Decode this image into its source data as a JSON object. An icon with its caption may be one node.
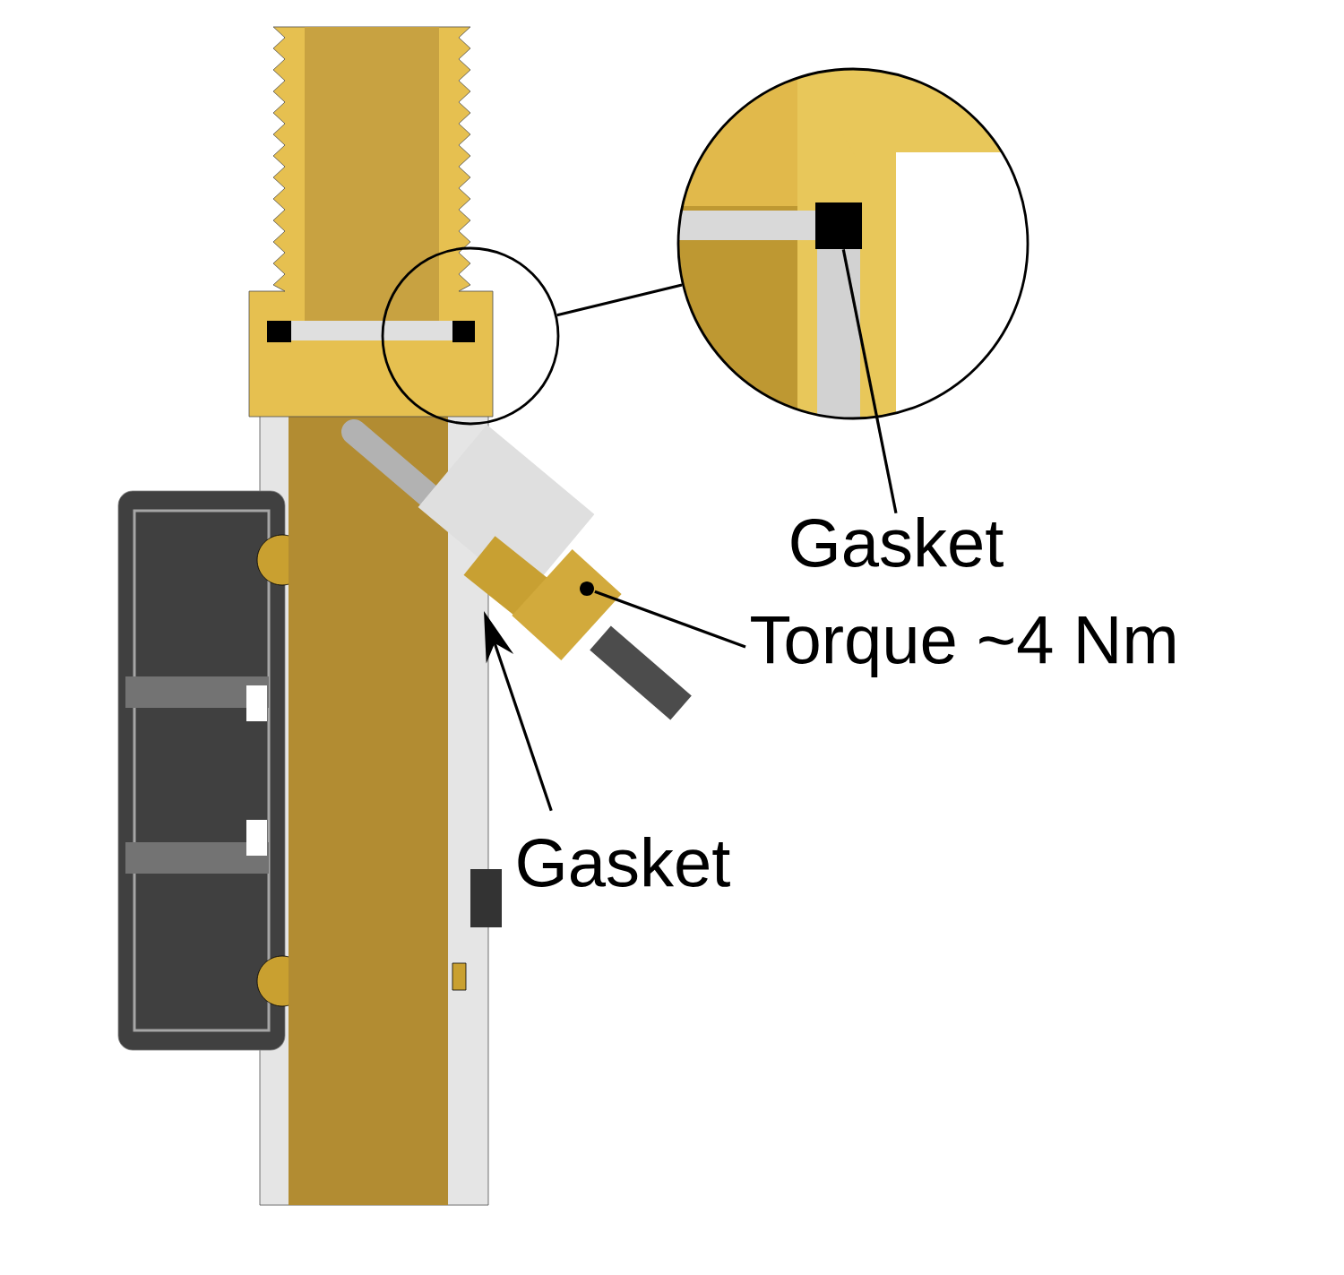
{
  "diagram": {
    "nodes": [
      {
        "text": [
          "Gasket"
        ]
      },
      {
        "text": [
          "Torque ~4 Nm"
        ]
      },
      {
        "text": [
          "Gasket"
        ]
      },
      {
        "text": [],
        "shape": "circle"
      },
      {
        "text": [],
        "shape": "circle"
      },
      {
        "text": [],
        "shape": "box",
        "in": 4
      },
      {
        "text": [],
        "shape": "circle"
      }
    ],
    "edges": [
      {
        "from": 3,
        "to": 4,
        "arrow": "none"
      },
      {
        "from": 0,
        "to": 5,
        "arrow": "none"
      },
      {
        "from": 1,
        "to": 6,
        "arrow": "none"
      },
      {
        "from": 2,
        "to": null,
        "arrow": "to"
      }
    ]
  }
}
